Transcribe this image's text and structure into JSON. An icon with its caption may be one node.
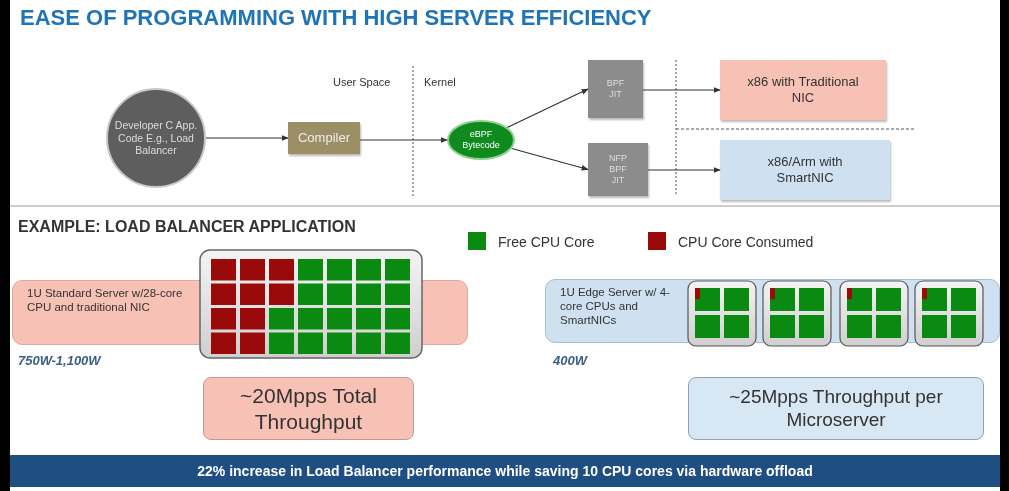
{
  "diagram": {
    "title": "EASE OF PROGRAMMING WITH HIGH SERVER EFFICIENCY",
    "nodes": [
      {
        "text": [
          "Developer C App. Code E.g., Load Balancer"
        ]
      },
      {
        "text": [
          "Compiler"
        ]
      },
      {
        "text": [
          "eBPF Bytecode"
        ]
      },
      {
        "text": [
          "BPF JIT"
        ]
      },
      {
        "text": [
          "NFP BPF JIT"
        ]
      },
      {
        "text": [
          "x86 with Traditional NIC"
        ]
      },
      {
        "text": [
          "x86/Arm with SmartNIC"
        ]
      },
      {
        "text": [
          "1U Standard Server w/28-core CPU and traditional NIC"
        ],
        "beside": [
          "750W-1,100W"
        ]
      },
      {
        "text": [
          "~20Mpps Total Throughput"
        ]
      },
      {
        "text": [
          "1U Edge Server w/ 4-core CPUs and SmartNICs"
        ],
        "beside": [
          "400W"
        ]
      },
      {
        "text": [
          "~25Mpps Throughput per Microserver"
        ]
      },
      {
        "text": [
          "22% increase in Load Balancer performance while saving 10 CPU cores via hardware offload"
        ]
      }
    ],
    "edges": [
      {
        "from": 0,
        "to": 1,
        "arrow": "to"
      },
      {
        "from": 1,
        "to": 2,
        "arrow": "to"
      },
      {
        "from": 2,
        "to": 3,
        "arrow": "to"
      },
      {
        "from": 2,
        "to": 4,
        "arrow": "to"
      },
      {
        "from": 3,
        "to": 5,
        "arrow": "to"
      },
      {
        "from": 4,
        "to": 6,
        "arrow": "to"
      }
    ],
    "labels": [
      "User Space",
      "Kernel",
      "EXAMPLE: LOAD BALANCER APPLICATION"
    ],
    "legend": [
      {
        "text": "Free CPU Core",
        "color": "#0b8a12"
      },
      {
        "text": "CPU Core Consumed",
        "color": "#9a0a0a"
      }
    ]
  }
}
